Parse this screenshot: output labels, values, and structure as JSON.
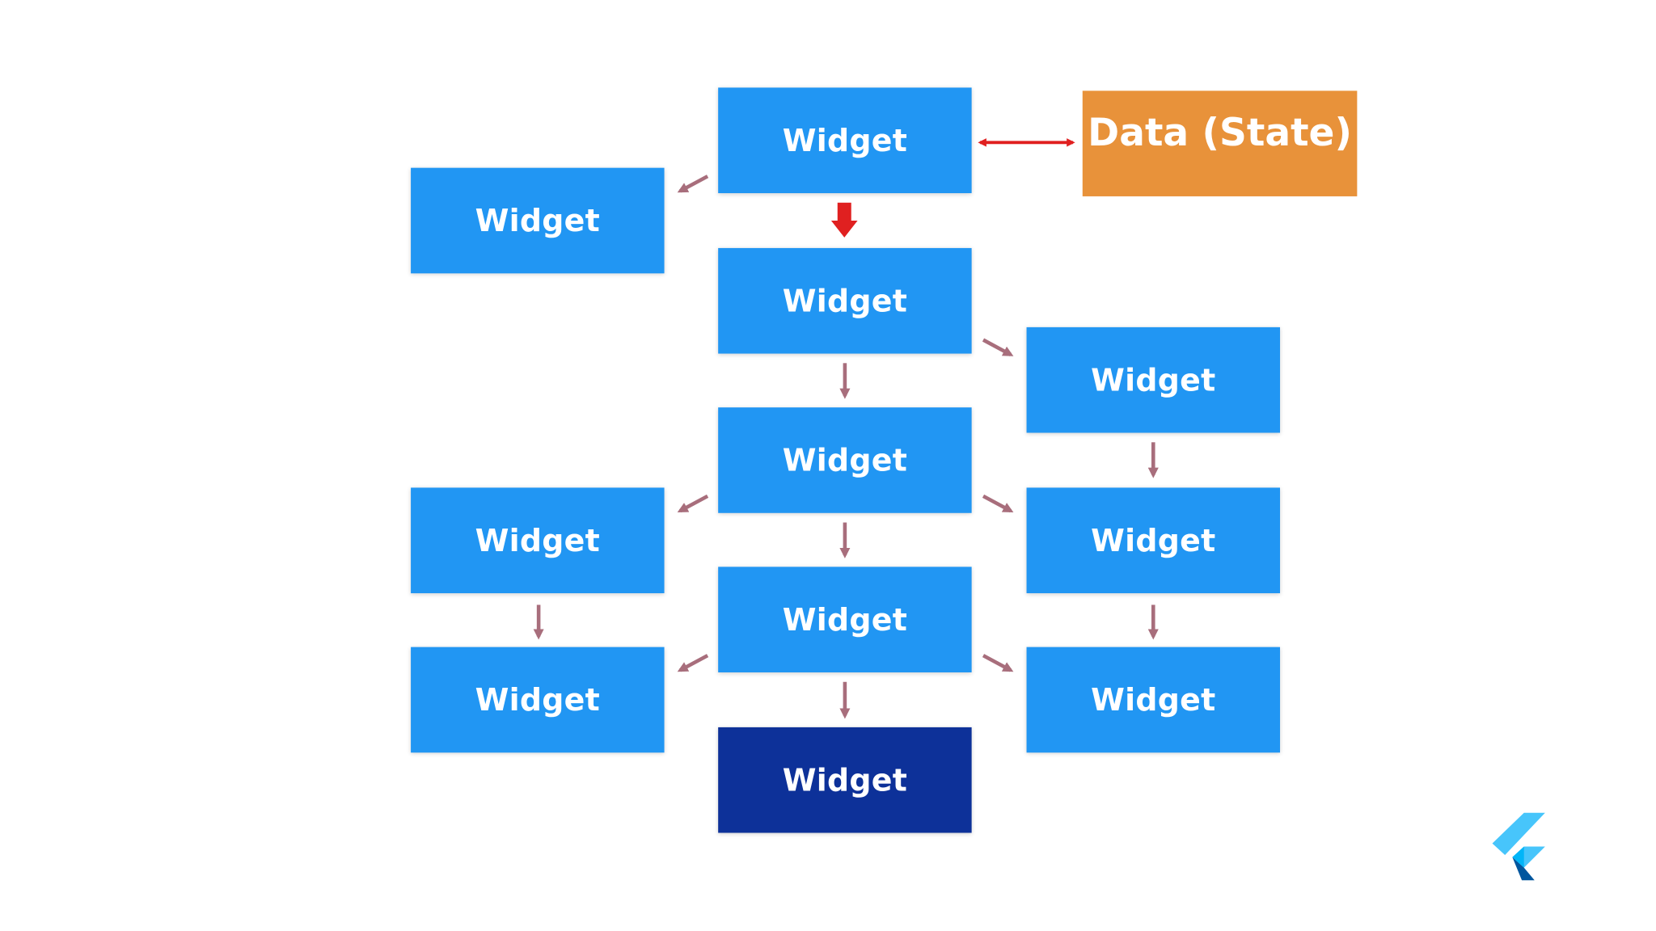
{
  "state": {
    "label": "Data (State)",
    "color": "#e8923a"
  },
  "widgets": [
    {
      "id": "root",
      "label": "Widget"
    },
    {
      "id": "left-top",
      "label": "Widget"
    },
    {
      "id": "center-2",
      "label": "Widget"
    },
    {
      "id": "right-1",
      "label": "Widget"
    },
    {
      "id": "center-3",
      "label": "Widget"
    },
    {
      "id": "left-middle",
      "label": "Widget"
    },
    {
      "id": "right-2",
      "label": "Widget"
    },
    {
      "id": "center-4",
      "label": "Widget"
    },
    {
      "id": "left-bottom",
      "label": "Widget"
    },
    {
      "id": "right-3",
      "label": "Widget"
    },
    {
      "id": "center-5",
      "label": "Widget"
    }
  ],
  "colors": {
    "widget": "#2196f3",
    "widget_highlight": "#0d3199",
    "edge": "#a86e7c",
    "state_link": "#e02020"
  },
  "logo": {
    "icon": "flutter-logo-icon"
  }
}
